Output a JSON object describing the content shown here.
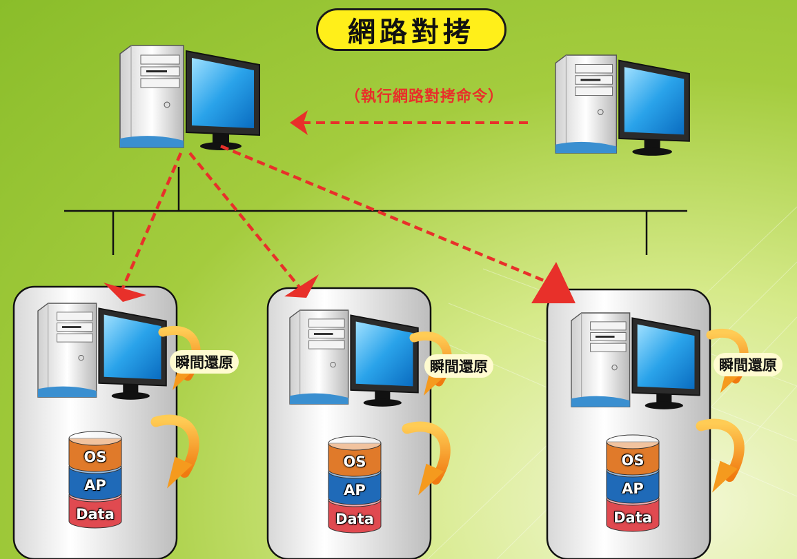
{
  "title": "網路對拷",
  "command_label": "（執行網路對拷命令）",
  "clients": [
    {
      "restore_label": "瞬間還原",
      "layers": [
        "OS",
        "AP",
        "Data"
      ]
    },
    {
      "restore_label": "瞬間還原",
      "layers": [
        "OS",
        "AP",
        "Data"
      ]
    },
    {
      "restore_label": "瞬間還原",
      "layers": [
        "OS",
        "AP",
        "Data"
      ]
    }
  ],
  "colors": {
    "arrow": "#e8302a",
    "title_fill": "#ffef1a",
    "os_layer": "#e07a2a",
    "ap_layer": "#1f6ab8",
    "data_layer": "#e04a50",
    "restore_arrow": "#f39a1c"
  }
}
